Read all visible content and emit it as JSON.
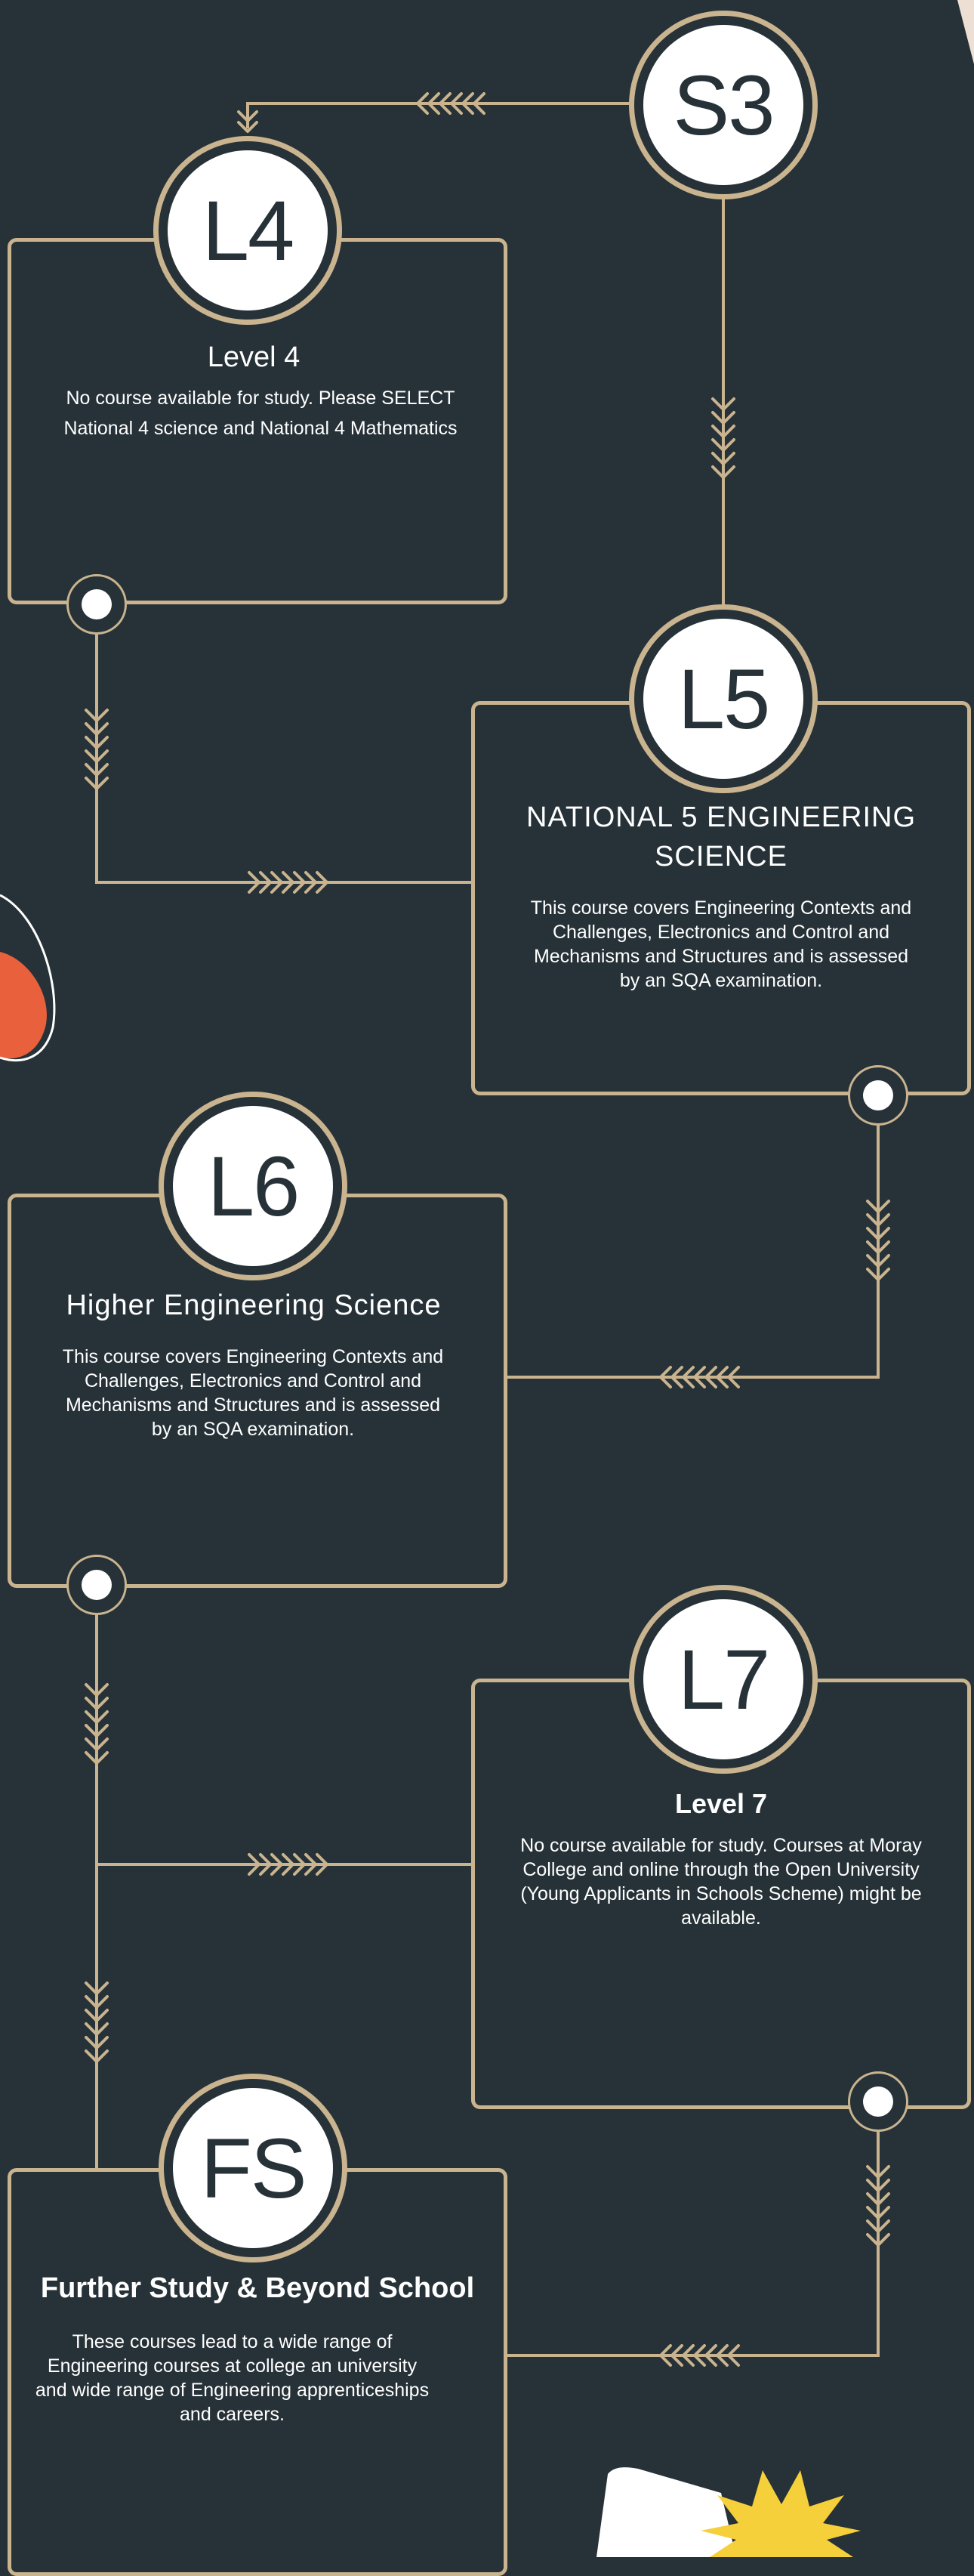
{
  "colors": {
    "background": "#263238",
    "accent": "#c9b48f",
    "circle_fill": "#ffffff",
    "text": "#ffffff",
    "orange": "#e8603c",
    "yellow": "#f5d03a"
  },
  "nodes": {
    "s3": {
      "label": "S3"
    },
    "l4": {
      "label": "L4",
      "title": "Level 4",
      "desc": "No course available for study.  Please SELECT National 4 science and National 4 Mathematics"
    },
    "l5": {
      "label": "L5",
      "title": "NATIONAL 5 ENGINEERING SCIENCE",
      "desc": "This course covers Engineering Contexts and Challenges, Electronics and Control and Mechanisms and Structures and is assessed by an SQA examination."
    },
    "l6": {
      "label": "L6",
      "title": "Higher Engineering Science",
      "desc": "This course covers Engineering Contexts and Challenges, Electronics and Control and Mechanisms and Structures and is assessed by an SQA examination."
    },
    "l7": {
      "label": "L7",
      "title": "Level 7",
      "desc": "No course available for study.  Courses at Moray College and online through the Open University (Young Applicants in Schools Scheme) might be available."
    },
    "fs": {
      "label": "FS",
      "title": "Further Study & Beyond School",
      "desc": "These courses lead to a wide range of Engineering courses  at college an university and wide range of Engineering apprenticeships and careers."
    }
  }
}
